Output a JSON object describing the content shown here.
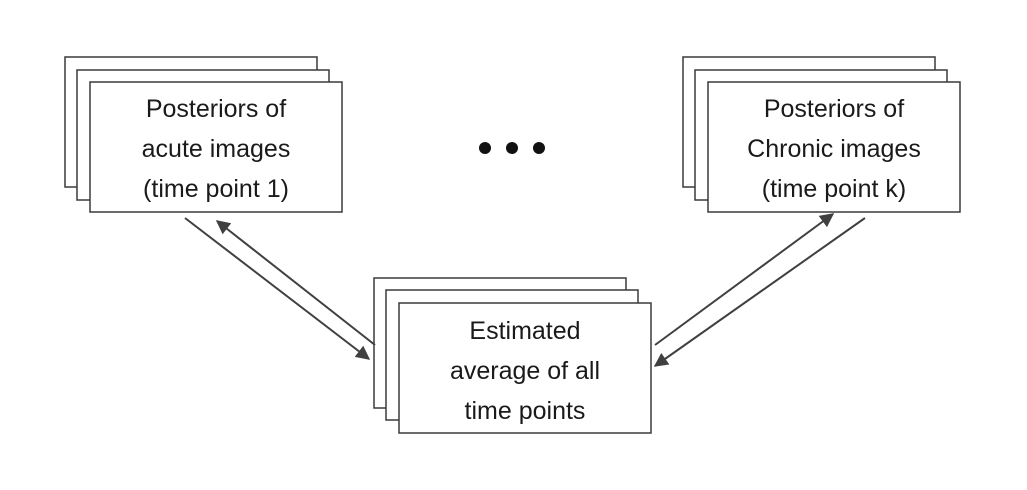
{
  "boxes": {
    "acute": {
      "lines": [
        "Posteriors of",
        "acute images",
        "(time point 1)"
      ]
    },
    "chronic": {
      "lines": [
        "Posteriors of",
        "Chronic images",
        "(time point k)"
      ]
    },
    "average": {
      "lines": [
        "Estimated",
        "average of all",
        "time points"
      ]
    }
  },
  "ellipsis": {
    "count": 3
  }
}
